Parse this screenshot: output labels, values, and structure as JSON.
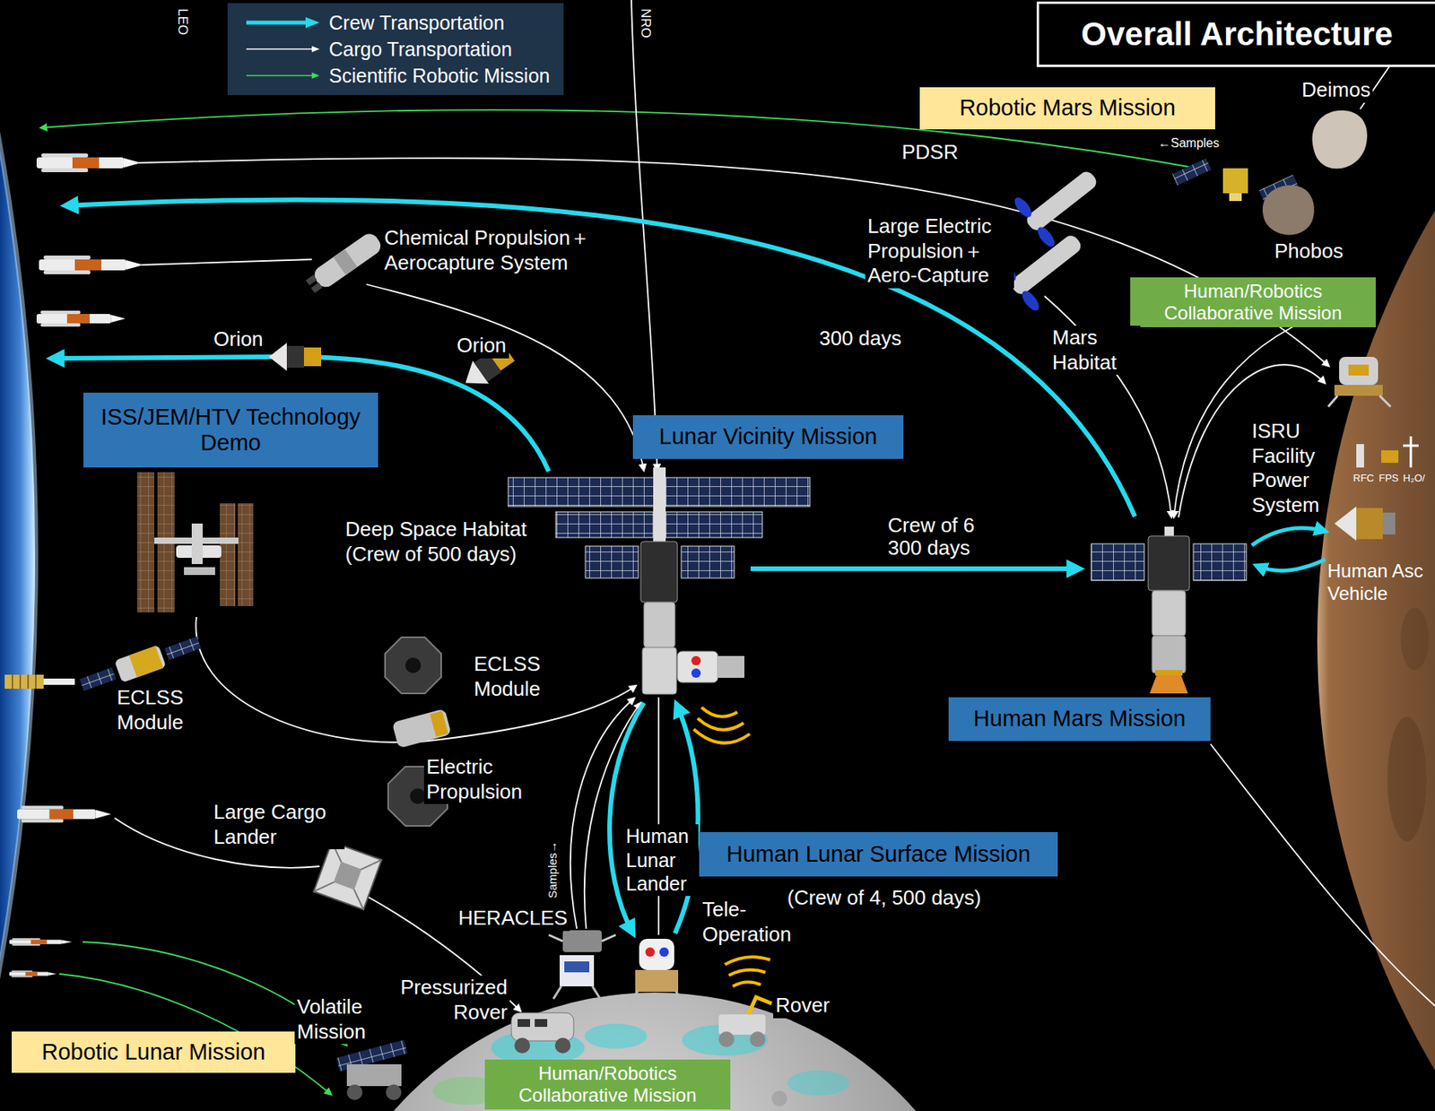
{
  "diagram": {
    "title": "Overall Architecture",
    "nodes": [
      {
        "text": [
          "Robotic Mars Mission"
        ]
      },
      {
        "text": [
          "Human/Robotics Collaborative Mission"
        ]
      },
      {
        "text": [
          "ISS/JEM/HTV Technology Demo"
        ]
      },
      {
        "text": [
          "Lunar Vicinity Mission"
        ]
      },
      {
        "text": [
          "Human Mars Mission"
        ]
      },
      {
        "text": [
          "Human Lunar Surface Mission"
        ]
      },
      {
        "text": [
          "Robotic Lunar Mission"
        ]
      },
      {
        "text": [
          "Human/Robotics Collaborative Mission"
        ]
      }
    ],
    "labels": [
      "LEO",
      "NRO",
      "Deimos",
      "PDSR",
      "←Samples",
      "Large Electric Propulsion＋ Aero-Capture",
      "Phobos",
      "Chemical Propulsion＋ Aerocapture System",
      "Orion",
      "Orion",
      "300 days",
      "Mars Habitat",
      "ISRU Facility Power System",
      "RFC",
      "FPS",
      "H₂O/",
      "Deep Space Habitat (Crew of 500 days)",
      "Crew of 6 300 days",
      "Human Asc Vehicle",
      "ECLSS Module",
      "ECLSS Module",
      "Electric Propulsion",
      "Large Cargo Lander",
      "Human Lunar Lander",
      "Tele-Operation",
      "(Crew of 4, 500 days)",
      "HERACLES",
      "Samples→",
      "Pressurized Rover",
      "Rover",
      "Volatile Mission"
    ],
    "legend": [
      {
        "text": "Crew Transportation"
      },
      {
        "text": "Cargo Transportation"
      },
      {
        "text": "Scientific Robotic Mission"
      }
    ]
  }
}
